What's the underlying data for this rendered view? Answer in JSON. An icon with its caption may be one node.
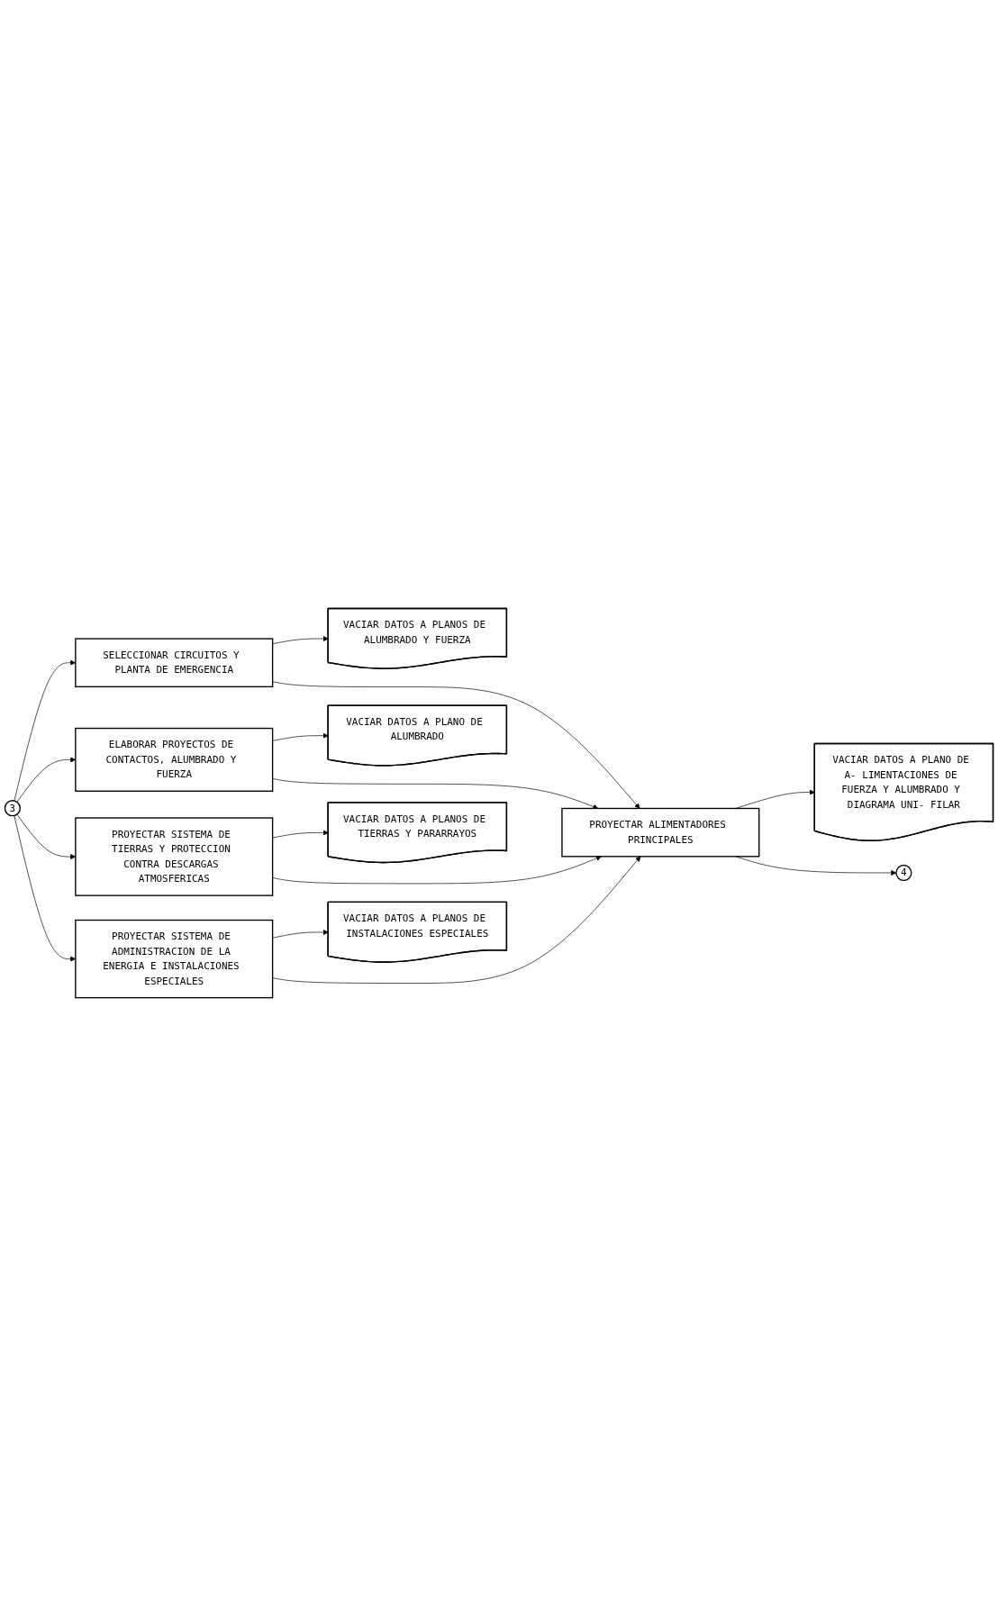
{
  "diagram": {
    "nodes": [
      {
        "text": [
          "3"
        ]
      },
      {
        "text": [
          "SELECCIONAR CIRCUITOS Y PLANTA DE EMERGENCIA"
        ]
      },
      {
        "text": [
          "VACIAR DATOS A PLANOS DE ALUMBRADO Y FUERZA"
        ]
      },
      {
        "text": [
          "ELABORAR PROYECTOS DE CONTACTOS, ALUMBRADO Y FUERZA"
        ]
      },
      {
        "text": [
          "VACIAR DATOS A PLANO DE ALUMBRADO"
        ]
      },
      {
        "text": [
          "PROYECTAR SISTEMA DE TIERRAS Y PROTECCION CONTRA DESCARGAS ATMOSFERICAS"
        ]
      },
      {
        "text": [
          "VACIAR DATOS A PLANOS DE TIERRAS Y PARARRAYOS"
        ]
      },
      {
        "text": [
          "PROYECTAR SISTEMA DE ADMINISTRACION DE LA ENERGIA E INSTALACIONES ESPECIALES"
        ]
      },
      {
        "text": [
          "VACIAR DATOS A PLANOS DE INSTALACIONES ESPECIALES"
        ]
      },
      {
        "text": [
          "PROYECTAR ALIMENTADORES PRINCIPALES"
        ]
      },
      {
        "text": [
          "VACIAR DATOS A PLANO DE A- LIMENTACIONES DE FUERZA Y ALUMBRADO Y DIAGRAMA UNI- FILAR"
        ]
      },
      {
        "text": [
          "4"
        ]
      }
    ],
    "edges": [
      {
        "from": 0,
        "to": 1,
        "arrow": "to"
      },
      {
        "from": 0,
        "to": 3,
        "arrow": "to"
      },
      {
        "from": 0,
        "to": 5,
        "arrow": "to"
      },
      {
        "from": 0,
        "to": 7,
        "arrow": "to"
      },
      {
        "from": 1,
        "to": 2,
        "arrow": "to"
      },
      {
        "from": 3,
        "to": 4,
        "arrow": "to"
      },
      {
        "from": 5,
        "to": 6,
        "arrow": "to"
      },
      {
        "from": 7,
        "to": 8,
        "arrow": "to"
      },
      {
        "from": 1,
        "to": 9,
        "arrow": "to"
      },
      {
        "from": 3,
        "to": 9,
        "arrow": "to"
      },
      {
        "from": 5,
        "to": 9,
        "arrow": "to"
      },
      {
        "from": 7,
        "to": 9,
        "arrow": "to"
      },
      {
        "from": 9,
        "to": 10,
        "arrow": "to"
      },
      {
        "from": 9,
        "to": 11,
        "arrow": "to"
      }
    ]
  }
}
